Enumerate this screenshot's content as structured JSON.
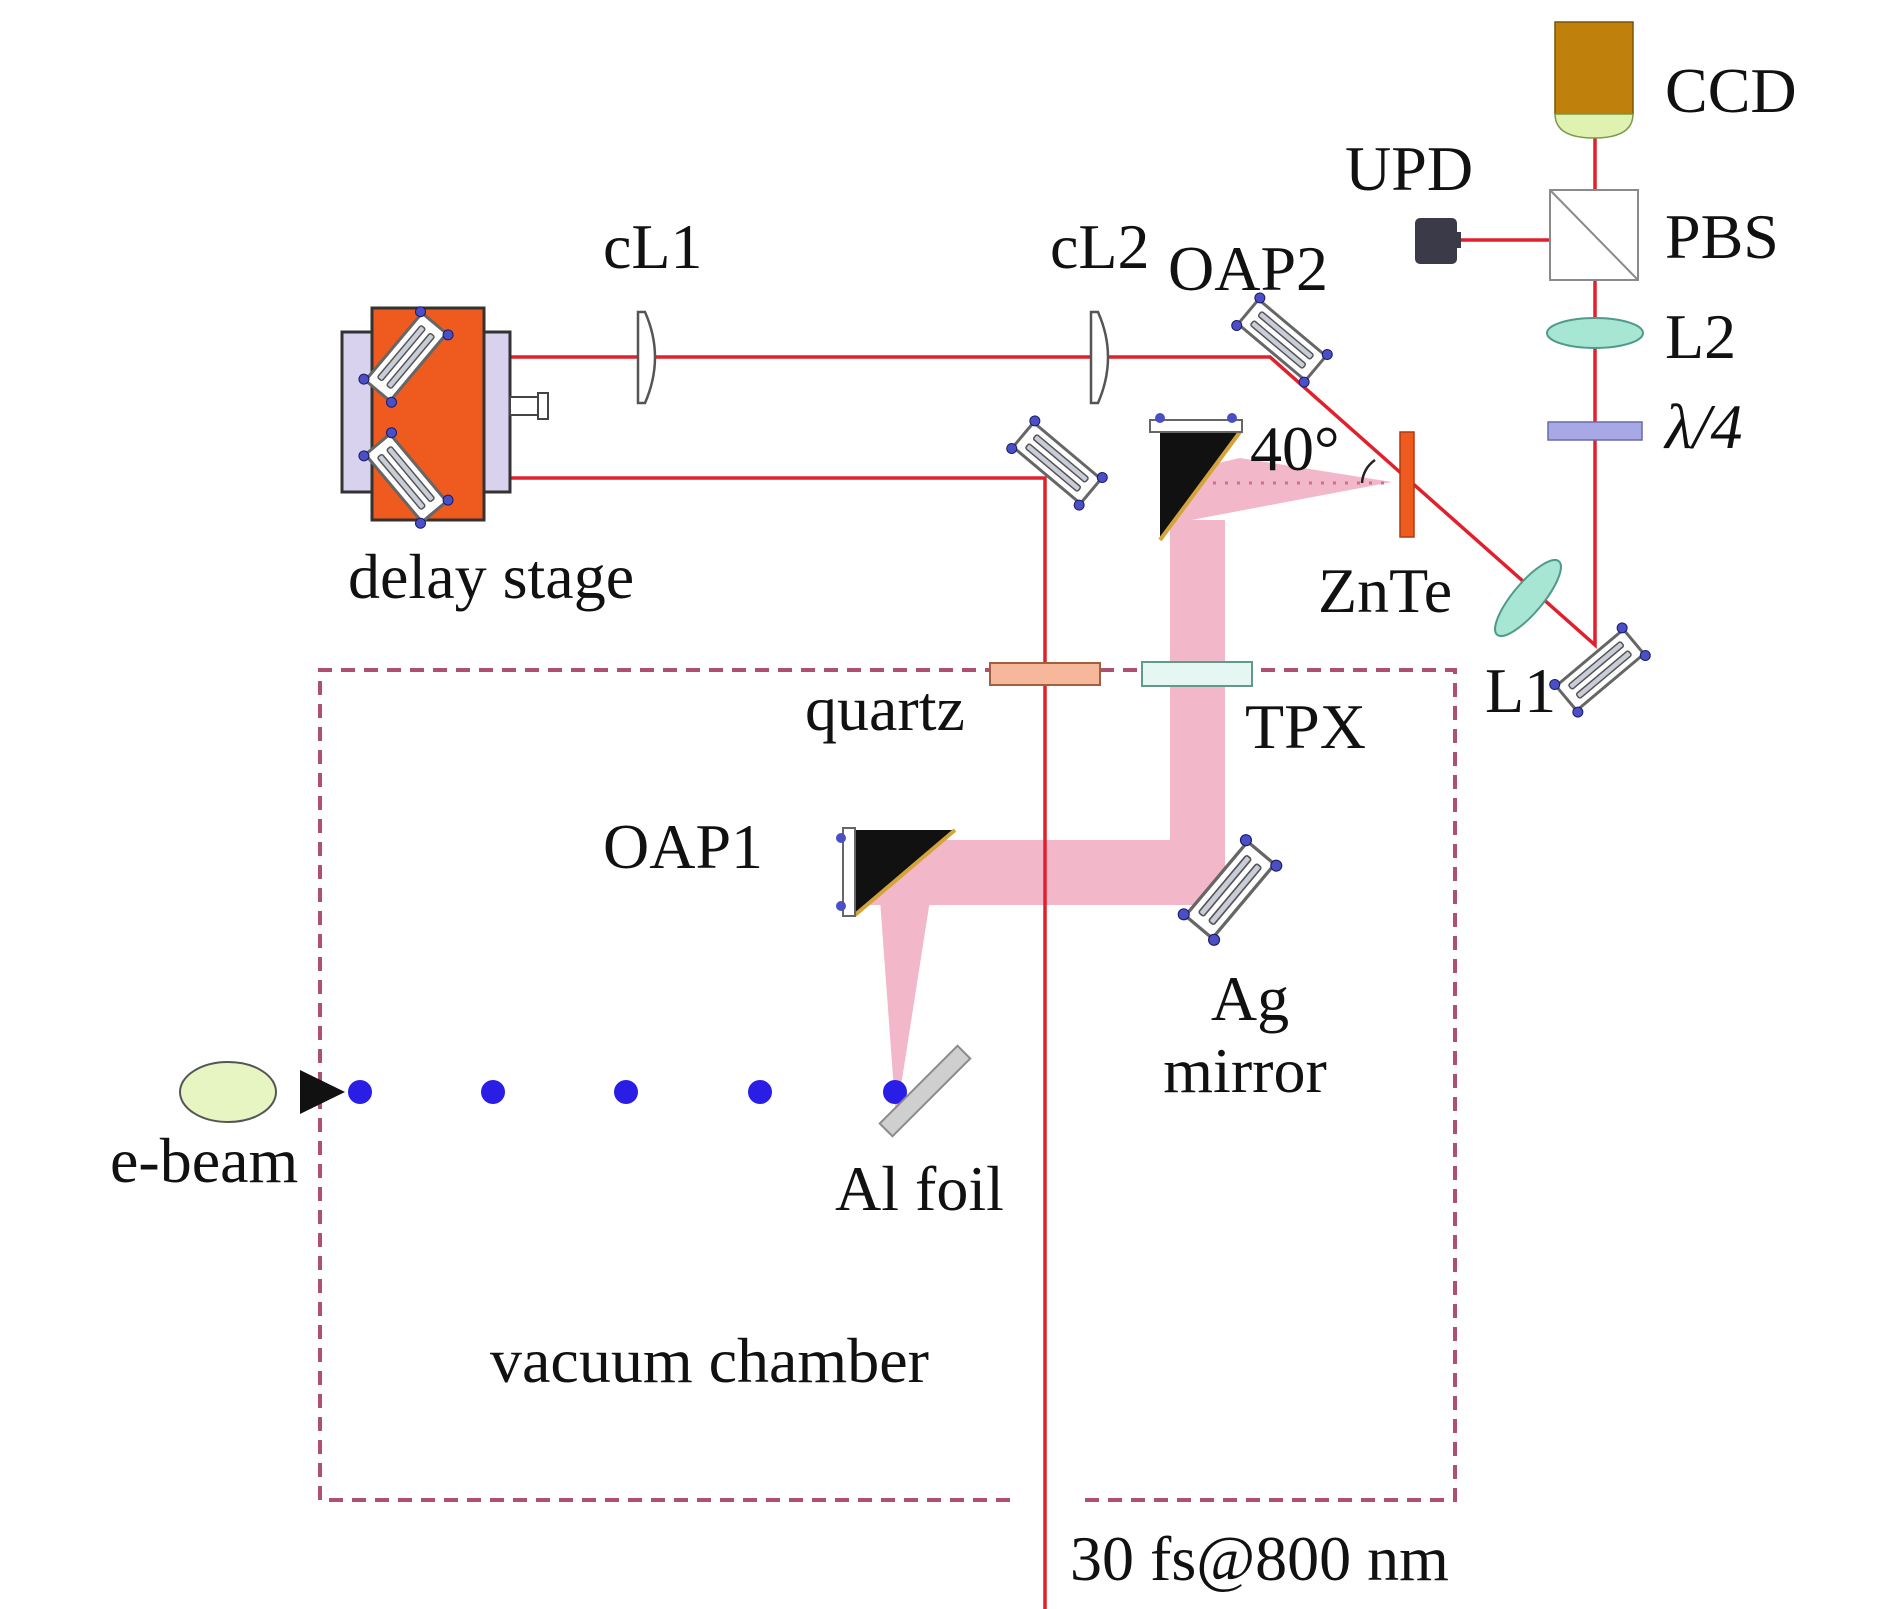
{
  "labels": {
    "ccd": "CCD",
    "upd": "UPD",
    "pbs": "PBS",
    "cl1": "cL1",
    "cl2": "cL2",
    "oap2": "OAP2",
    "l2": "L2",
    "quarter_wave": "λ/4",
    "angle": "40°",
    "delay_stage": "delay stage",
    "znte": "ZnTe",
    "l1": "L1",
    "quartz": "quartz",
    "tpx": "TPX",
    "oap1": "OAP1",
    "ag_mirror_line1": "Ag",
    "ag_mirror_line2": "mirror",
    "e_beam": "e-beam",
    "al_foil": "Al foil",
    "vacuum_chamber": "vacuum chamber",
    "laser_pulse": "30 fs@800 nm"
  },
  "colors": {
    "laser": "#e0202c",
    "thz_beam": "#f2b8c9",
    "chamber_border": "#b05070",
    "delay_stage_body": "#ef5a1e",
    "delay_stage_base": "#d9d2ee",
    "ccd_body": "#c0800c",
    "ccd_window": "#dff2b0",
    "lens": "#a8e6d4",
    "waveplate": "#a8a8e6",
    "znte": "#ef5a1e",
    "quartz": "#f6b79a",
    "tpx": "#e6f6f2",
    "electron": "#2a1ee6",
    "e_gun": "#e6f5c2",
    "al_foil": "#cfcfcf",
    "oap_body": "#111111",
    "oap_surface": "#d4a43a",
    "upd": "#3a3a48"
  },
  "icons": [
    "mirror-mount-icon",
    "off-axis-parabolic-mirror-icon",
    "cylindrical-lens-icon",
    "beam-splitter-cube-icon",
    "photodiode-icon",
    "camera-icon",
    "electron-gun-icon"
  ]
}
